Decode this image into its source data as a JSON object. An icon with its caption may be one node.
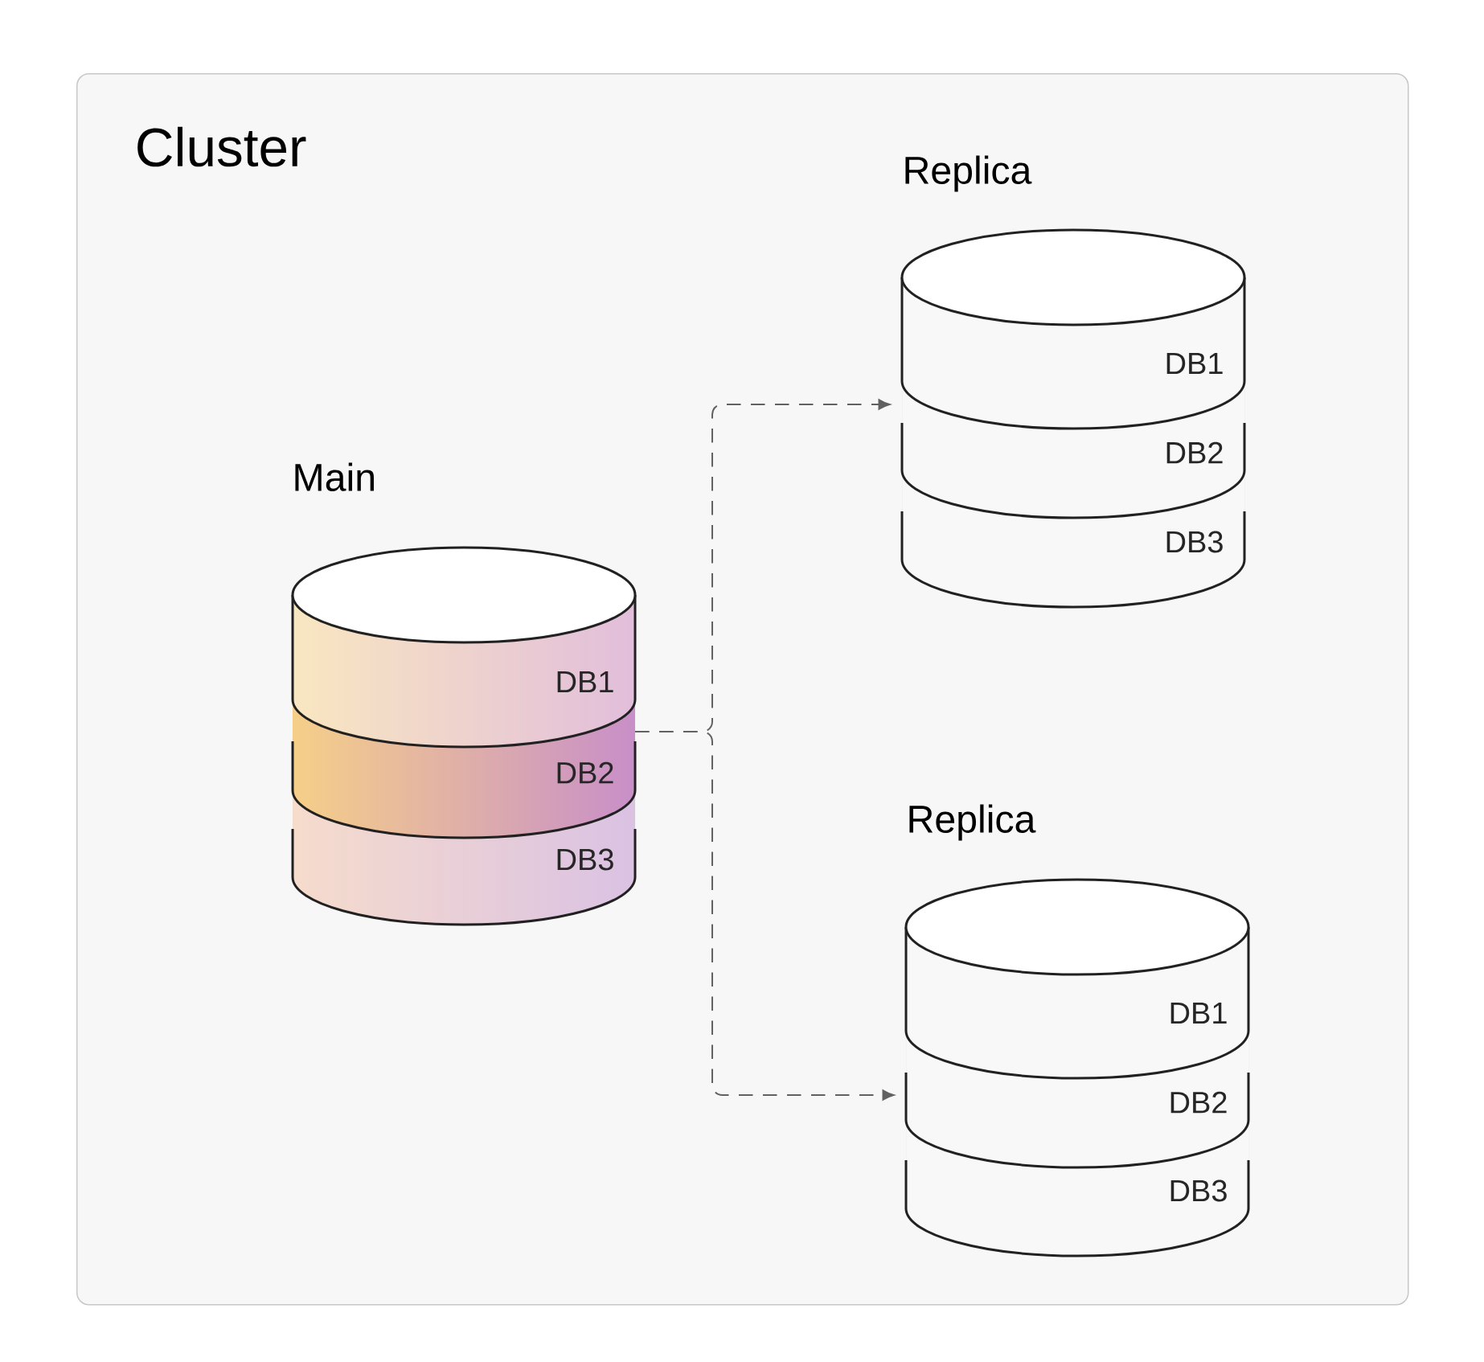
{
  "diagram": {
    "nodes": [
      {
        "text": [
          "Cluster"
        ]
      },
      {
        "text": [
          "Main",
          "DB1",
          "DB2",
          "DB3"
        ],
        "in": 0
      },
      {
        "text": [
          "Replica",
          "DB1",
          "DB2",
          "DB3"
        ],
        "in": 0
      },
      {
        "text": [
          "Replica",
          "DB1",
          "DB2",
          "DB3"
        ],
        "in": 0
      }
    ],
    "edges": [
      {
        "from": 1,
        "to": 2,
        "arrow": "to",
        "style": "dashed"
      },
      {
        "from": 1,
        "to": 3,
        "arrow": "to",
        "style": "dashed"
      }
    ]
  }
}
